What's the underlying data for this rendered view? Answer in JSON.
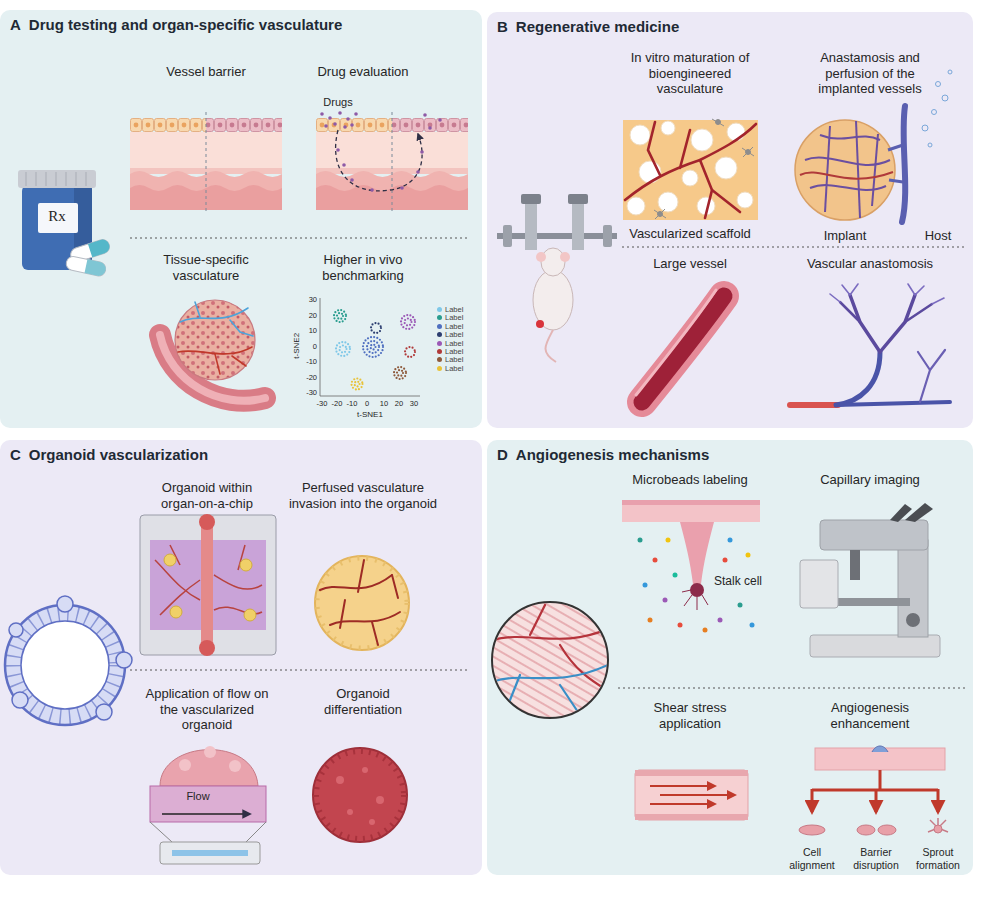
{
  "diagram": {
    "nodes": [
      {
        "text": [
          "A",
          "Drug testing and organ-specific vasculature"
        ]
      },
      {
        "text": [
          "B",
          "Regenerative medicine"
        ]
      },
      {
        "text": [
          "C",
          "Organoid vascularization"
        ]
      },
      {
        "text": [
          "D",
          "Angiogenesis mechanisms"
        ]
      }
    ],
    "labels": [
      "Rx",
      "Vessel barrier",
      "Drug evaluation",
      "Drugs",
      "Tissue-specific vasculature",
      "Higher in vivo benchmarking",
      "30",
      "20",
      "10",
      "0",
      "-10",
      "-20",
      "-30",
      "t-SNE2",
      "-30",
      "-20",
      "-10",
      "0",
      "10",
      "20",
      "30",
      "t-SNE1",
      "In vitro maturation of bioengineered vasculature",
      "Anastamosis and perfusion of the implanted vessels",
      "Vascularized scaffold",
      "Implant",
      "Host",
      "Large vessel",
      "Vascular anastomosis",
      "Organoid within organ-on-a-chip",
      "Perfused vasculature invasion into the organoid",
      "Application of flow on the vascularized organoid",
      "Organoid differentiation",
      "Flow",
      "Microbeads labeling",
      "Capillary imaging",
      "Stalk cell",
      "Shear stress application",
      "Angiogenesis enhancement",
      "Cell alignment",
      "Barrier disruption",
      "Sprout formation"
    ],
    "legend": [
      {
        "text": "Label",
        "color": "#7fc8e8"
      },
      {
        "text": "Label",
        "color": "#2a9d8f"
      },
      {
        "text": "Label",
        "color": "#4f6fc0"
      },
      {
        "text": "Label",
        "color": "#2c3e70"
      },
      {
        "text": "Label",
        "color": "#9b59b6"
      },
      {
        "text": "Label",
        "color": "#b03a3a"
      },
      {
        "text": "Label",
        "color": "#8e5a3c"
      },
      {
        "text": "Label",
        "color": "#e8c33a"
      }
    ]
  }
}
